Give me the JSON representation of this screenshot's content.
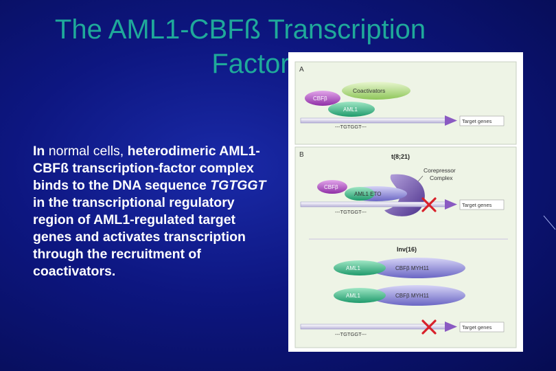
{
  "title": {
    "line1": "The AML1-CBFß Transcription",
    "line2": "Factor"
  },
  "body": {
    "p1": "In ",
    "p2": "normal cells,",
    "p3": " heterodimeric AML1-CBFß transcription-factor complex binds to the DNA sequence ",
    "p4": "TGTGGT",
    "p5": " in the transcriptional regulatory region of AML1-regulated target genes and activates transcription through the recruitment of coactivators."
  },
  "figure": {
    "panelA": {
      "letter": "A",
      "cbfb": "CBFβ",
      "coactivators": "Coactivators",
      "aml1": "AML1",
      "seq": "---TGTGGT---",
      "target": "Target genes"
    },
    "panelB": {
      "letter": "B",
      "t821": "t(8;21)",
      "corepressor_l1": "Corepressor",
      "corepressor_l2": "Complex",
      "cbfb": "CBFβ",
      "aml1eto": "AML1 ETO",
      "seq1": "---TGTGGT---",
      "target1": "Target genes",
      "inv16": "Inv(16)",
      "aml1_a": "AML1",
      "cbfmyh_a": "CBFβ MYH11",
      "aml1_b": "AML1",
      "cbfmyh_b": "CBFβ MYH11",
      "seq2": "---TGTGGT---",
      "target2": "Target genes"
    },
    "colors": {
      "cbfb": "#b455c4",
      "aml1": "#3fb98a",
      "coactivator": "#b8dd8a",
      "eto": "#8a87d6",
      "corepressor": "#7e63b0",
      "myh11": "#8a87d6",
      "repression_x": "#d8202a",
      "arrow": "#8a5ac2"
    }
  }
}
